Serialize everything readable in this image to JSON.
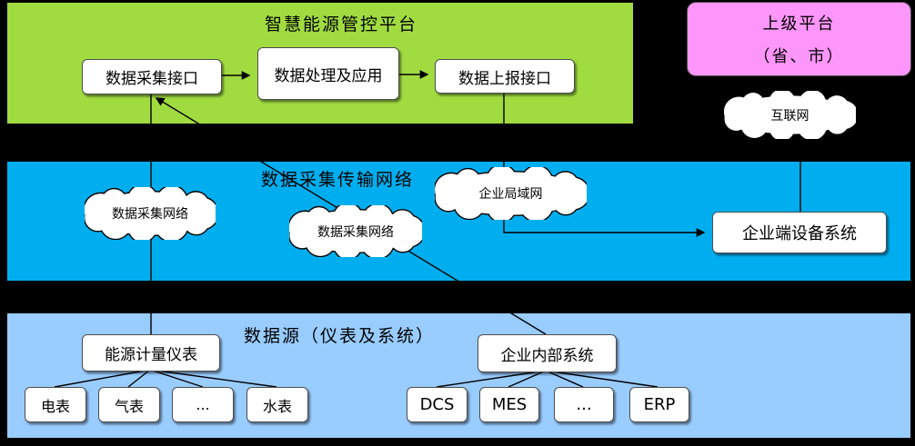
{
  "colors": {
    "background": "#000000",
    "platform_band": "#A0DB40",
    "network_band": "#00AEEF",
    "source_band": "#99CCFF",
    "superior_box": "#FD96FA",
    "node_fill": "#FFFFFF",
    "node_border": "#4D4D4D",
    "connector": "#000000"
  },
  "platform_band": {
    "title": "智慧能源管控平台",
    "collect_box": "数据采集接口",
    "process_box": "数据处理及应用",
    "report_box": "数据上报接口"
  },
  "superior_platform": {
    "line1": "上级平台",
    "line2": "（省、市）"
  },
  "network_band": {
    "title": "数据采集传输网络",
    "cloud_left": "数据采集网络",
    "cloud_mid": "数据采集网络",
    "cloud_lan": "企业局域网",
    "cloud_internet": "互联网",
    "device_box": "企业端设备系统"
  },
  "source_band": {
    "title": "数据源（仪表及系统）",
    "meter_parent": "能源计量仪表",
    "system_parent": "企业内部系统",
    "meters": [
      "电表",
      "气表",
      "...",
      "水表"
    ],
    "systems": [
      "DCS",
      "MES",
      "...",
      "ERP"
    ]
  },
  "edges": [
    {
      "from": "数据采集接口",
      "to": "数据处理及应用",
      "arrow": true
    },
    {
      "from": "数据处理及应用",
      "to": "数据上报接口",
      "arrow": true
    },
    {
      "from": "数据采集接口",
      "to": "能源计量仪表",
      "arrow": false
    },
    {
      "from": "企业内部系统",
      "to": "数据采集接口",
      "arrow": true
    },
    {
      "from": "数据上报接口",
      "to": "企业端设备系统",
      "arrow": true
    },
    {
      "from": "互联网",
      "to": "企业端设备系统",
      "arrow": false
    },
    {
      "from": "能源计量仪表",
      "to": "电表 气表 ... 水表",
      "arrow": false
    },
    {
      "from": "企业内部系统",
      "to": "DCS MES ... ERP",
      "arrow": false
    }
  ]
}
